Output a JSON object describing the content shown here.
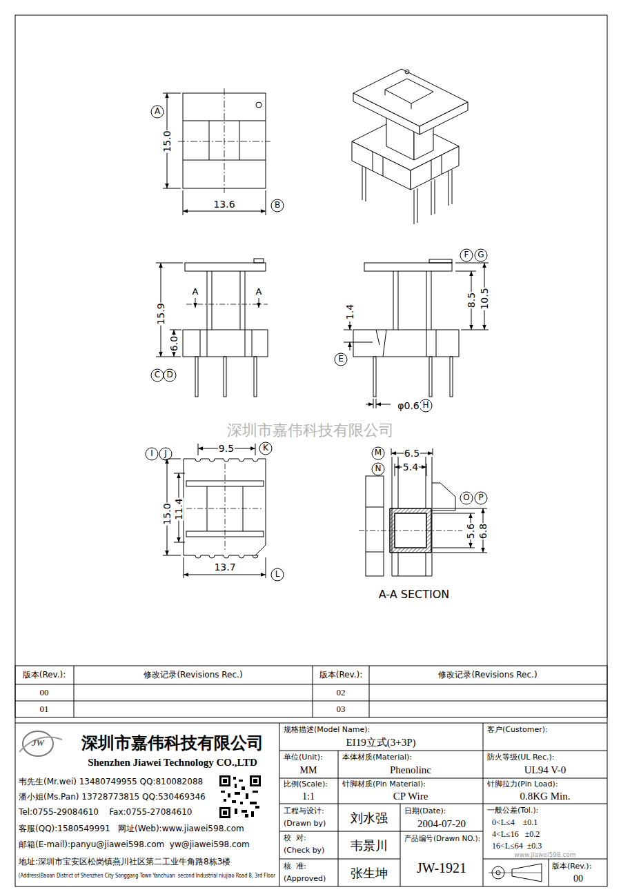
{
  "diagram": {
    "labels": [
      "A",
      "15.0",
      "13.6",
      "B",
      "15.9",
      "6.0",
      "C",
      "D",
      "A",
      "A",
      "E",
      "1.4",
      "F",
      "G",
      "8.5",
      "10.5",
      "φ0.6",
      "H",
      "深圳市嘉伟科技有限公司",
      "I",
      "J",
      "9.5",
      "K",
      "15.0",
      "11.4",
      "13.7",
      "L",
      "M",
      "6.5",
      "N",
      "5.4",
      "O",
      "P",
      "5.6",
      "6.8",
      "A-A SECTION",
      "版本(Rev.):",
      "修改记录(Revisions Rec.)",
      "版本(Rev.):",
      "修改记录(Revisions Rec.)",
      "00",
      "02",
      "01",
      "03",
      "JW",
      "深圳市嘉伟科技有限公司",
      "Shenzhen Jiawei Technology CO.,LTD",
      "韦先生(Mr.wei) 13480749955 QQ:810082088",
      "潘小姐(Ms.Pan) 13728773815 QQ:530469346",
      "Tel:0755-29084610    Fax:0755-27084610",
      "客服(QQ):1580549991   网址(Web):www.jiawei598.com",
      "邮箱(E-mail):panyu@jiawei598.com  yw@jiawei598.com",
      "地址:深圳市宝安区松岗镇燕川社区第二工业牛角路8栋3楼",
      "(Address)Baoan District of Shenzhen City Songgang Town Yanchuan  second Industrial niujiao Road 8, 3rd Floor",
      "规格描述(Model Name):",
      "EI19立式(3+3P)",
      "客户(Customer):",
      "单位(Unit):",
      "MM",
      "本体材质(Material):",
      "Phenolinc",
      "防火等级(UL Rec.):",
      "UL94 V-0",
      "比例(Scale):",
      "1:1",
      "针脚材质(Pin Material):",
      "CP Wire",
      "针脚拉力(Pin Load):",
      "0.8KG Min.",
      "工程与设计:",
      "(Drawn by)",
      "刘水强",
      "日期(Date):",
      "2004-07-20",
      "一般公差(Tol.):",
      "0<L≤4    ±0.1",
      "4<L≤16   ±0.2",
      "16<L≤64  ±0.3",
      "校  对:",
      "(Check by)",
      "韦景川",
      "产品编号(Drawn NO.):",
      "JW-1921",
      "核  准:",
      "(Approved)",
      "张生坤",
      "版本(Rev.):",
      "00",
      "www.jiawei598.com"
    ]
  }
}
